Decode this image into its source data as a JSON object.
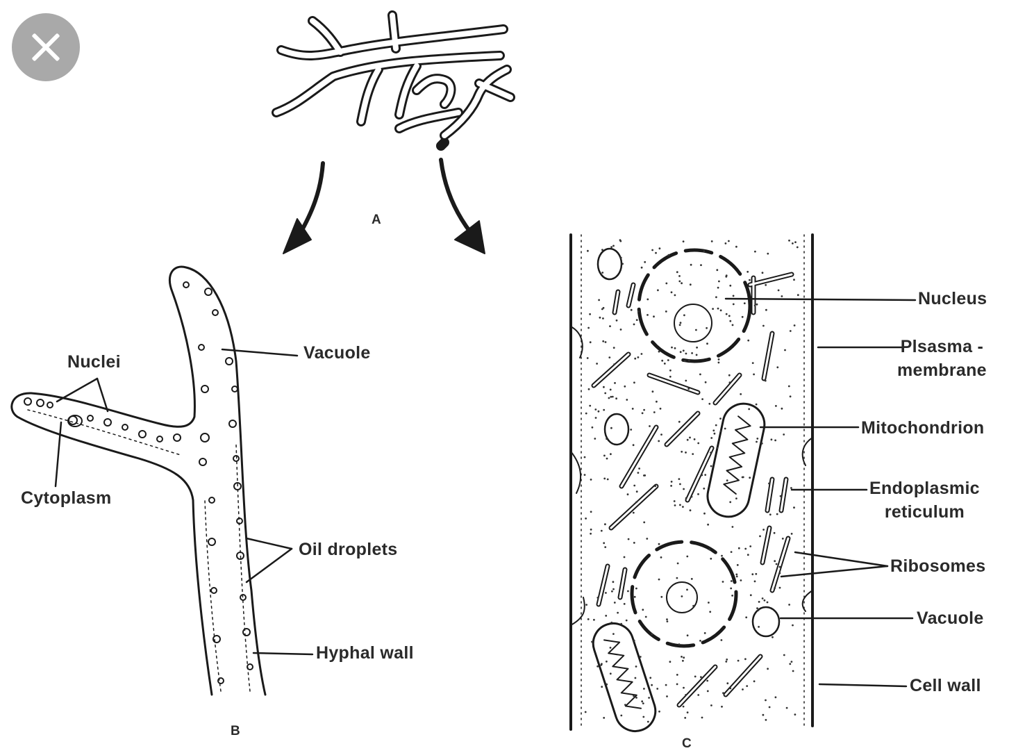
{
  "close_button": {
    "icon": "close-icon",
    "color": "#a9a9a9"
  },
  "panels": {
    "a": "A",
    "b": "B",
    "c": "C"
  },
  "labels_b": {
    "nuclei": "Nuclei",
    "cytoplasm": "Cytoplasm",
    "vacuole": "Vacuole",
    "oil_droplets": "Oil droplets",
    "hyphal_wall": "Hyphal wall"
  },
  "labels_c": {
    "nucleus": "Nucleus",
    "plasma_line1": "Plsasma -",
    "plasma_line2": "membrane",
    "mitochondrion": "Mitochondrion",
    "er_line1": "Endoplasmic",
    "er_line2": "reticulum",
    "ribosomes": "Ribosomes",
    "vacuole": "Vacuole",
    "cell_wall": "Cell wall"
  }
}
